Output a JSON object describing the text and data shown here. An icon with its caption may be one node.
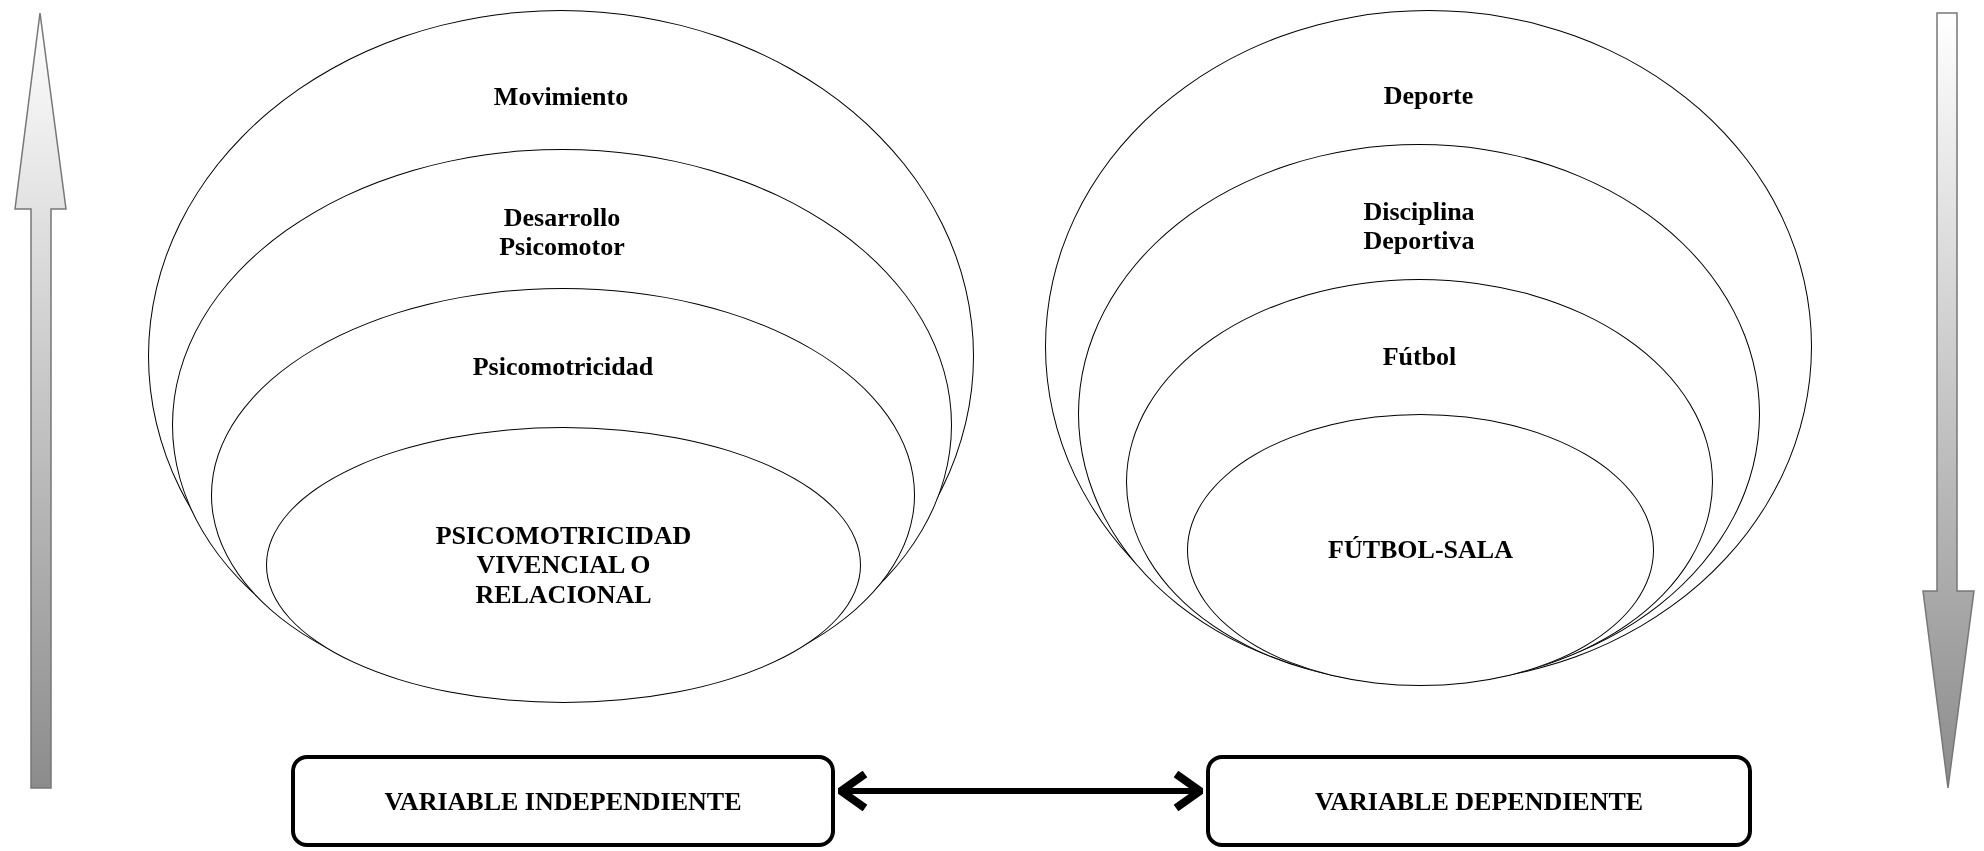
{
  "diagram": {
    "nodes": [
      {
        "text": [
          "Movimiento"
        ]
      },
      {
        "text": [
          "Desarrollo Psicomotor"
        ],
        "in": 0
      },
      {
        "text": [
          "Psicomotricidad"
        ],
        "in": 1
      },
      {
        "text": [
          "PSICOMOTRICIDAD VIVENCIAL O RELACIONAL"
        ],
        "in": 2
      },
      {
        "text": [
          "Deporte"
        ]
      },
      {
        "text": [
          "Disciplina Deportiva"
        ],
        "in": 4
      },
      {
        "text": [
          "Fútbol"
        ],
        "in": 5
      },
      {
        "text": [
          "FÚTBOL-SALA"
        ],
        "in": 6
      },
      {
        "text": [
          "VARIABLE INDEPENDIENTE"
        ]
      },
      {
        "text": [
          "VARIABLE DEPENDIENTE"
        ]
      }
    ],
    "edges": [
      {
        "from": 8,
        "to": 9,
        "arrow": "both"
      }
    ]
  }
}
